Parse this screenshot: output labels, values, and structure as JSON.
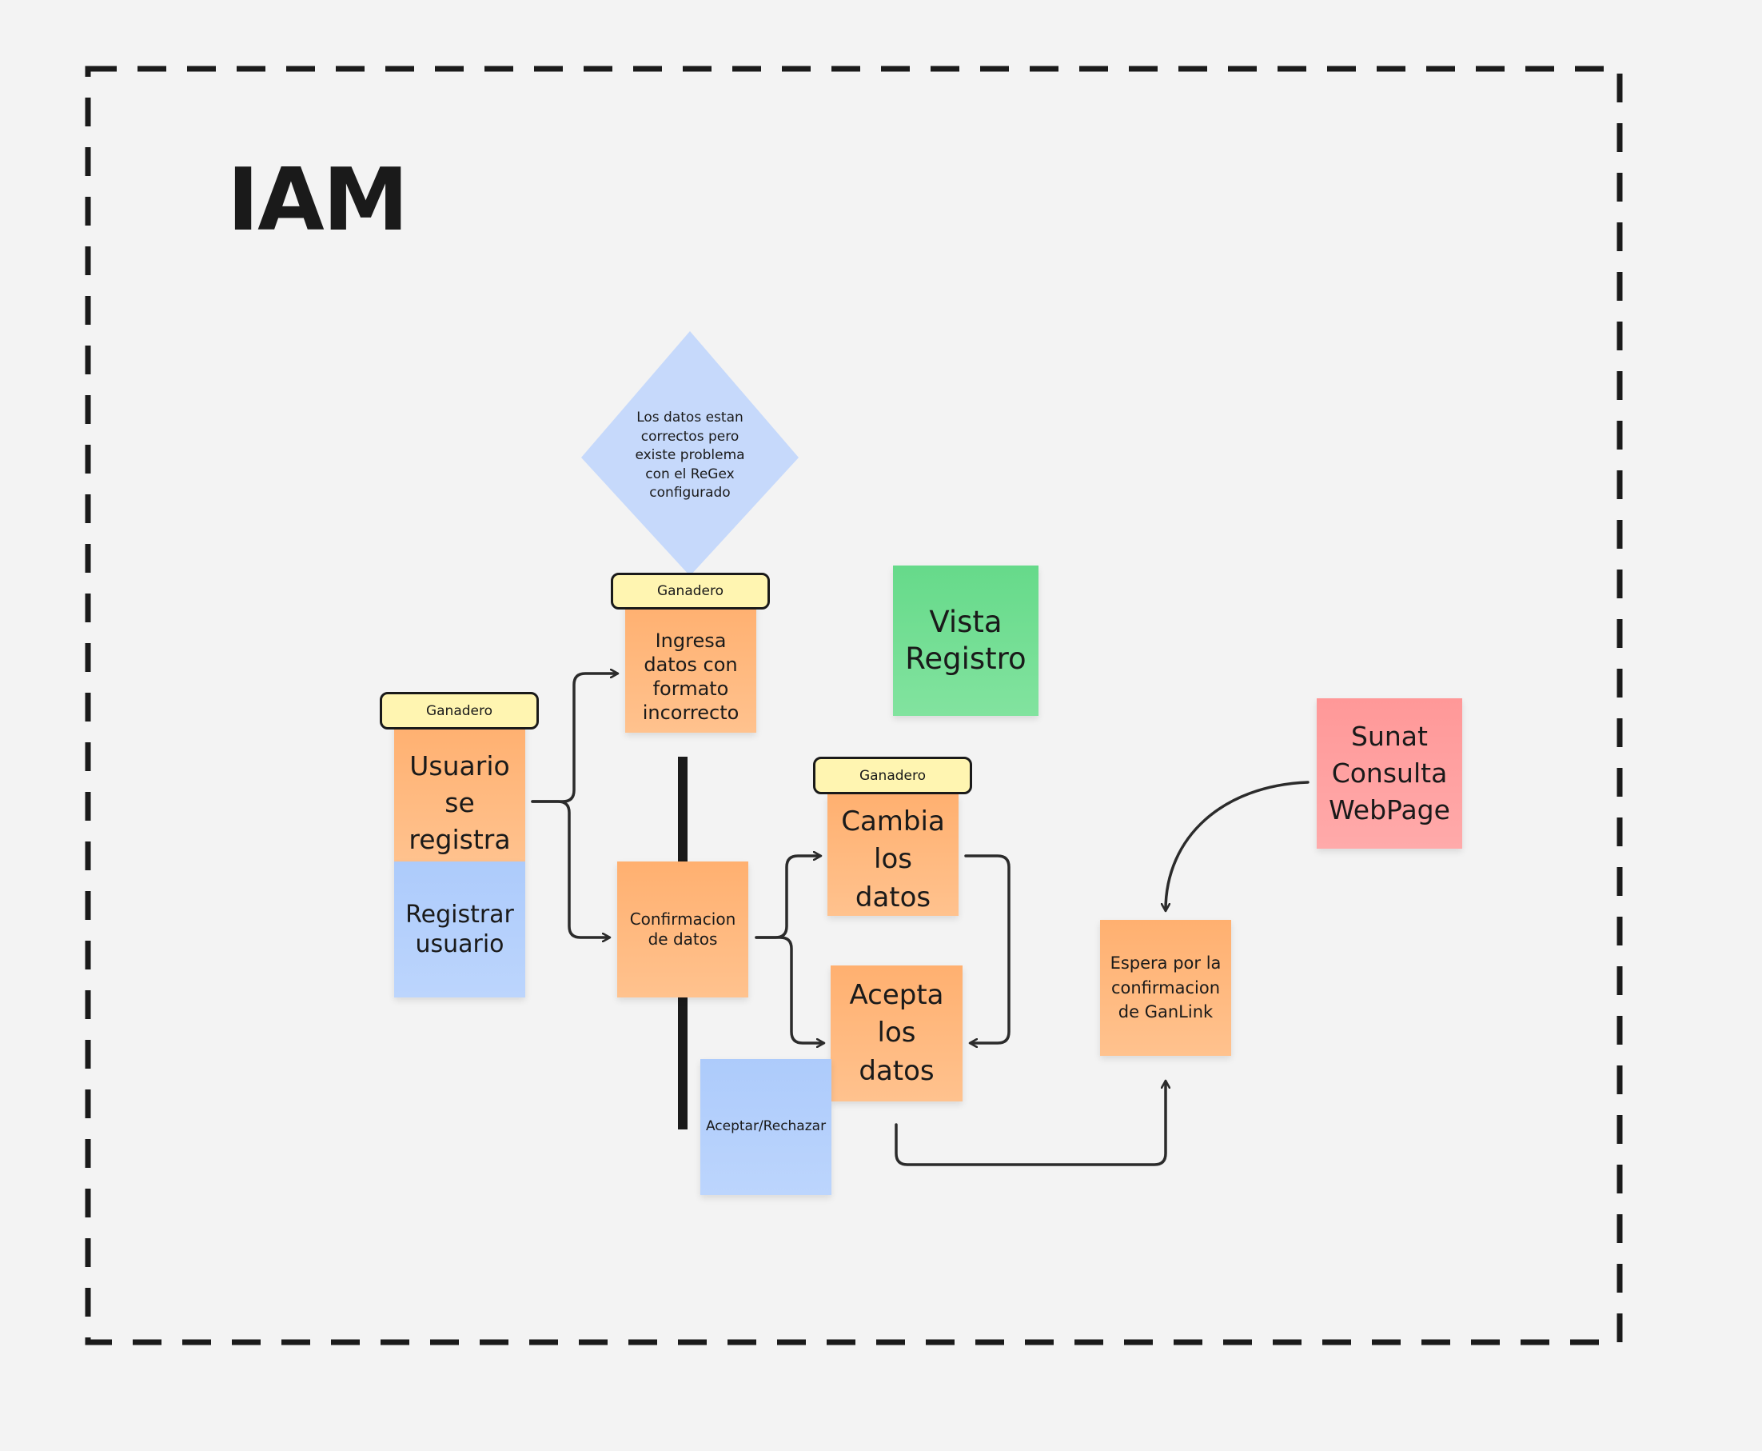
{
  "frame": {
    "title": "IAM"
  },
  "nodes": {
    "diamond": "Los datos estan correctos pero existe problema con el ReGex configurado",
    "tag_ingresa": "Ganadero",
    "ingresa": "Ingresa datos con formato incorrecto",
    "vista": "Vista Registro",
    "tag_usuario": "Ganadero",
    "usuario": "Usuario se registra",
    "registrar": "Registrar usuario",
    "confirmacion": "Confirmacion de datos",
    "tag_cambia": "Ganadero",
    "cambia": "Cambia los datos",
    "acepta": "Acepta los datos",
    "aceptar_rechazar": "Aceptar/Rechazar",
    "sunat": "Sunat Consulta WebPage",
    "espera": "Espera por la confirmacion de GanLink"
  },
  "colors": {
    "orange": "#ffb070",
    "blue": "#adcbfb",
    "green": "#66da8a",
    "pink": "#ff9898",
    "tag": "#fff5b1",
    "stroke": "#2b2b2b"
  }
}
